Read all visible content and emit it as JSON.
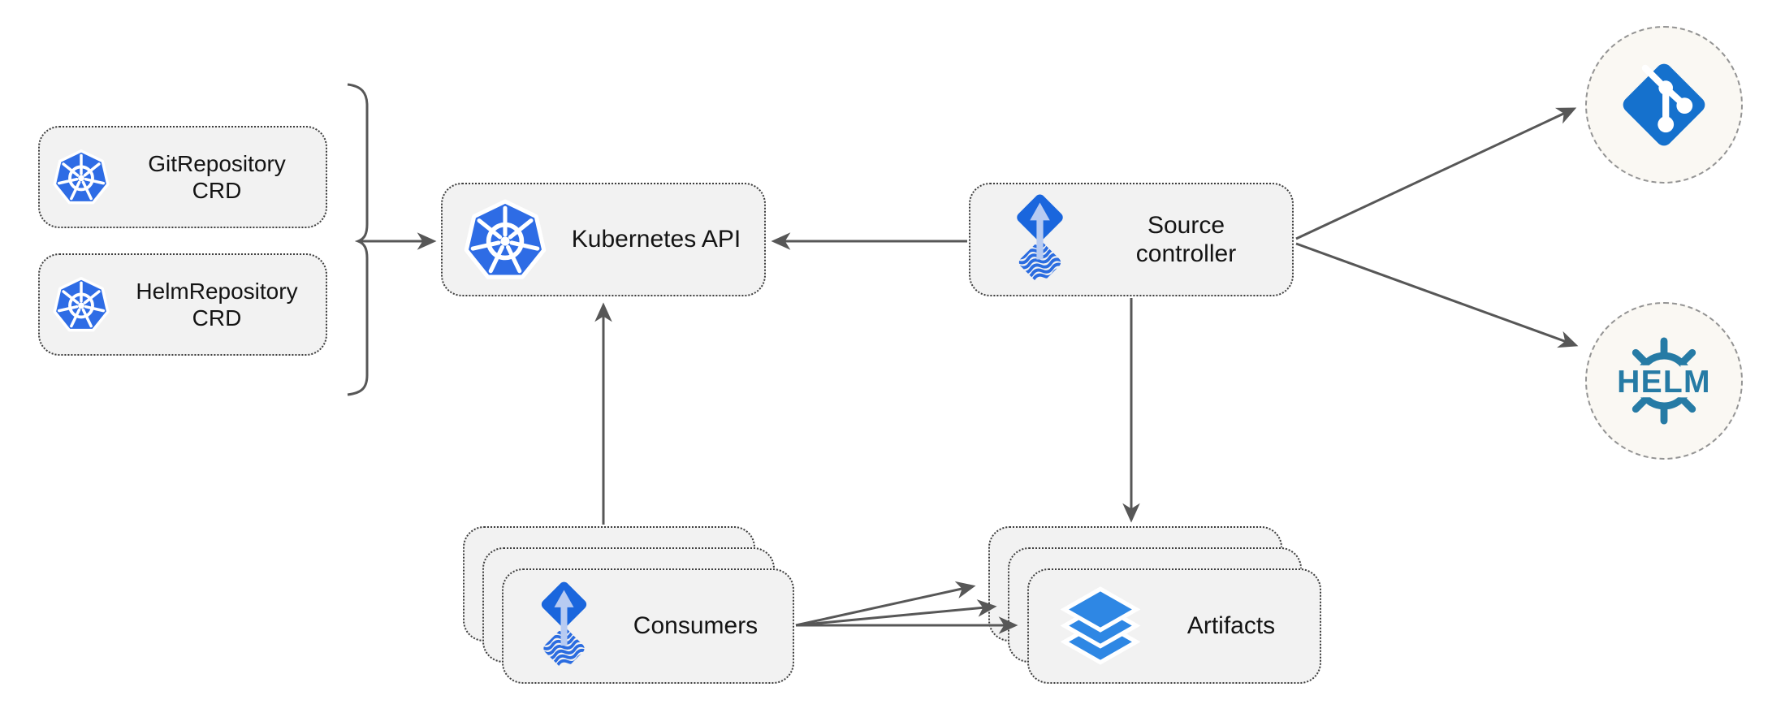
{
  "nodes": {
    "gitrepo_crd": {
      "line1": "GitRepository",
      "line2": "CRD",
      "icon": "kubernetes-icon"
    },
    "helmrepo_crd": {
      "line1": "HelmRepository",
      "line2": "CRD",
      "icon": "kubernetes-icon"
    },
    "kubernetes_api": {
      "label": "Kubernetes API",
      "icon": "kubernetes-icon"
    },
    "source_controller": {
      "line1": "Source",
      "line2": "controller",
      "icon": "flux-source-icon"
    },
    "consumers": {
      "label": "Consumers",
      "stack_count": 3,
      "icon": "flux-source-icon"
    },
    "artifacts": {
      "label": "Artifacts",
      "stack_count": 3,
      "icon": "artifacts-layers-icon"
    }
  },
  "externals": {
    "git": {
      "icon": "git-logo-icon"
    },
    "helm": {
      "icon": "helm-logo-icon",
      "logo_text": "HELM"
    }
  },
  "edges": [
    {
      "from": "gitrepository-crd",
      "to": "kubernetes-api",
      "via": "brace-bracket"
    },
    {
      "from": "helmrepository-crd",
      "to": "kubernetes-api",
      "via": "brace-bracket"
    },
    {
      "from": "source-controller",
      "to": "kubernetes-api"
    },
    {
      "from": "consumers",
      "to": "kubernetes-api"
    },
    {
      "from": "source-controller",
      "to": "artifacts"
    },
    {
      "from": "source-controller",
      "to": "git"
    },
    {
      "from": "source-controller",
      "to": "helm"
    },
    {
      "from": "consumers",
      "to": "artifacts",
      "arrows": 3
    }
  ],
  "colors": {
    "kubernetes_blue": "#2e6ce5",
    "flux_blue": "#1a66dd",
    "flux_wave_blue": "#2b6ce0",
    "flux_arrow_blue": "#b7cbf2",
    "git_blue": "#1571cd",
    "helm_teal": "#267ba5",
    "artifact_blue": "#2e87e4",
    "edge_gray": "#575757",
    "node_fill": "#f2f2f2",
    "node_border": "#3d3d3d",
    "circle_fill": "#faf8f3",
    "circle_border": "#949494",
    "label_color": "#141414",
    "canvas_bg": "#ffffff"
  }
}
